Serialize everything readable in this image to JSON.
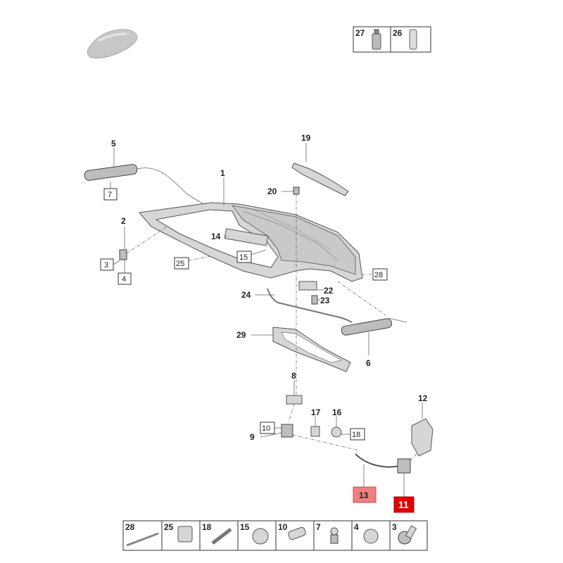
{
  "callouts": {
    "c1": "1",
    "c2": "2",
    "c3": "3",
    "c4": "4",
    "c5": "5",
    "c6": "6",
    "c7": "7",
    "c8": "8",
    "c9": "9",
    "c10": "10",
    "c11": "11",
    "c12": "12",
    "c13": "13",
    "c14": "14",
    "c15": "15",
    "c16": "16",
    "c17": "17",
    "c18": "18",
    "c19": "19",
    "c20": "20",
    "c22": "22",
    "c23": "23",
    "c24": "24",
    "c25": "25",
    "c28": "28",
    "c29": "29"
  },
  "top_legend": [
    {
      "num": "27"
    },
    {
      "num": "26"
    }
  ],
  "bottom_legend": [
    {
      "num": "28"
    },
    {
      "num": "25"
    },
    {
      "num": "18"
    },
    {
      "num": "15"
    },
    {
      "num": "10"
    },
    {
      "num": "7"
    },
    {
      "num": "4"
    },
    {
      "num": "3"
    }
  ],
  "highlight_colors": {
    "light": "#f08080",
    "strong": "#e00000"
  },
  "icons": [
    "car-thumbnail-icon",
    "spray-can-icon",
    "tube-icon"
  ]
}
